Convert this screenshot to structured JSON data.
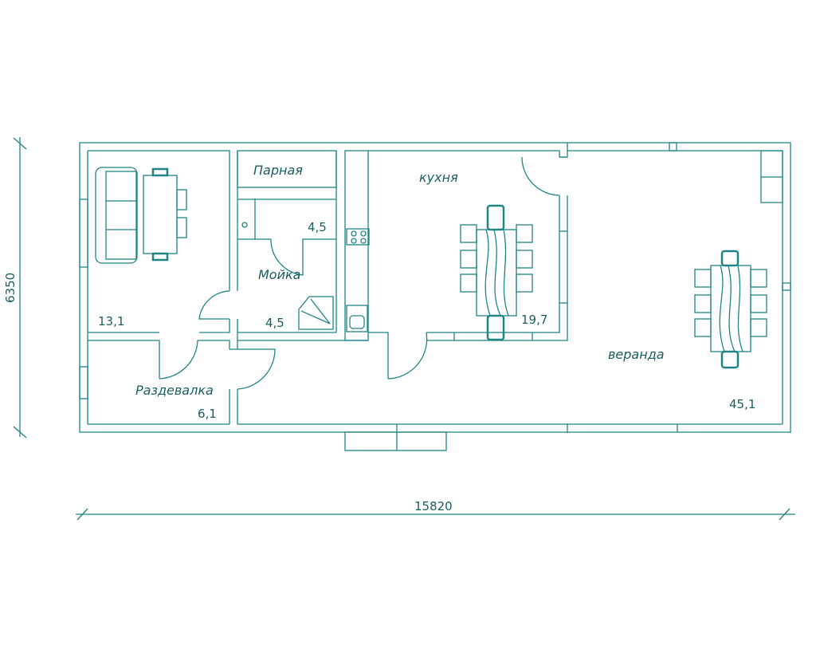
{
  "title": "Floor plan",
  "dimensions": {
    "height": "6350",
    "width": "15820"
  },
  "rooms": {
    "living": {
      "area": "13,1"
    },
    "dressing": {
      "name": "Раздевалка",
      "area": "6,1"
    },
    "steam": {
      "name": "Парная",
      "area": "4,5"
    },
    "wash": {
      "name": "Мойка",
      "area": "4,5"
    },
    "kitchen": {
      "name": "кухня",
      "area": "19,7"
    },
    "veranda": {
      "name": "веранда",
      "area": "45,1"
    }
  },
  "colors": {
    "line": "#1f8585",
    "text": "#1a5f5f"
  }
}
